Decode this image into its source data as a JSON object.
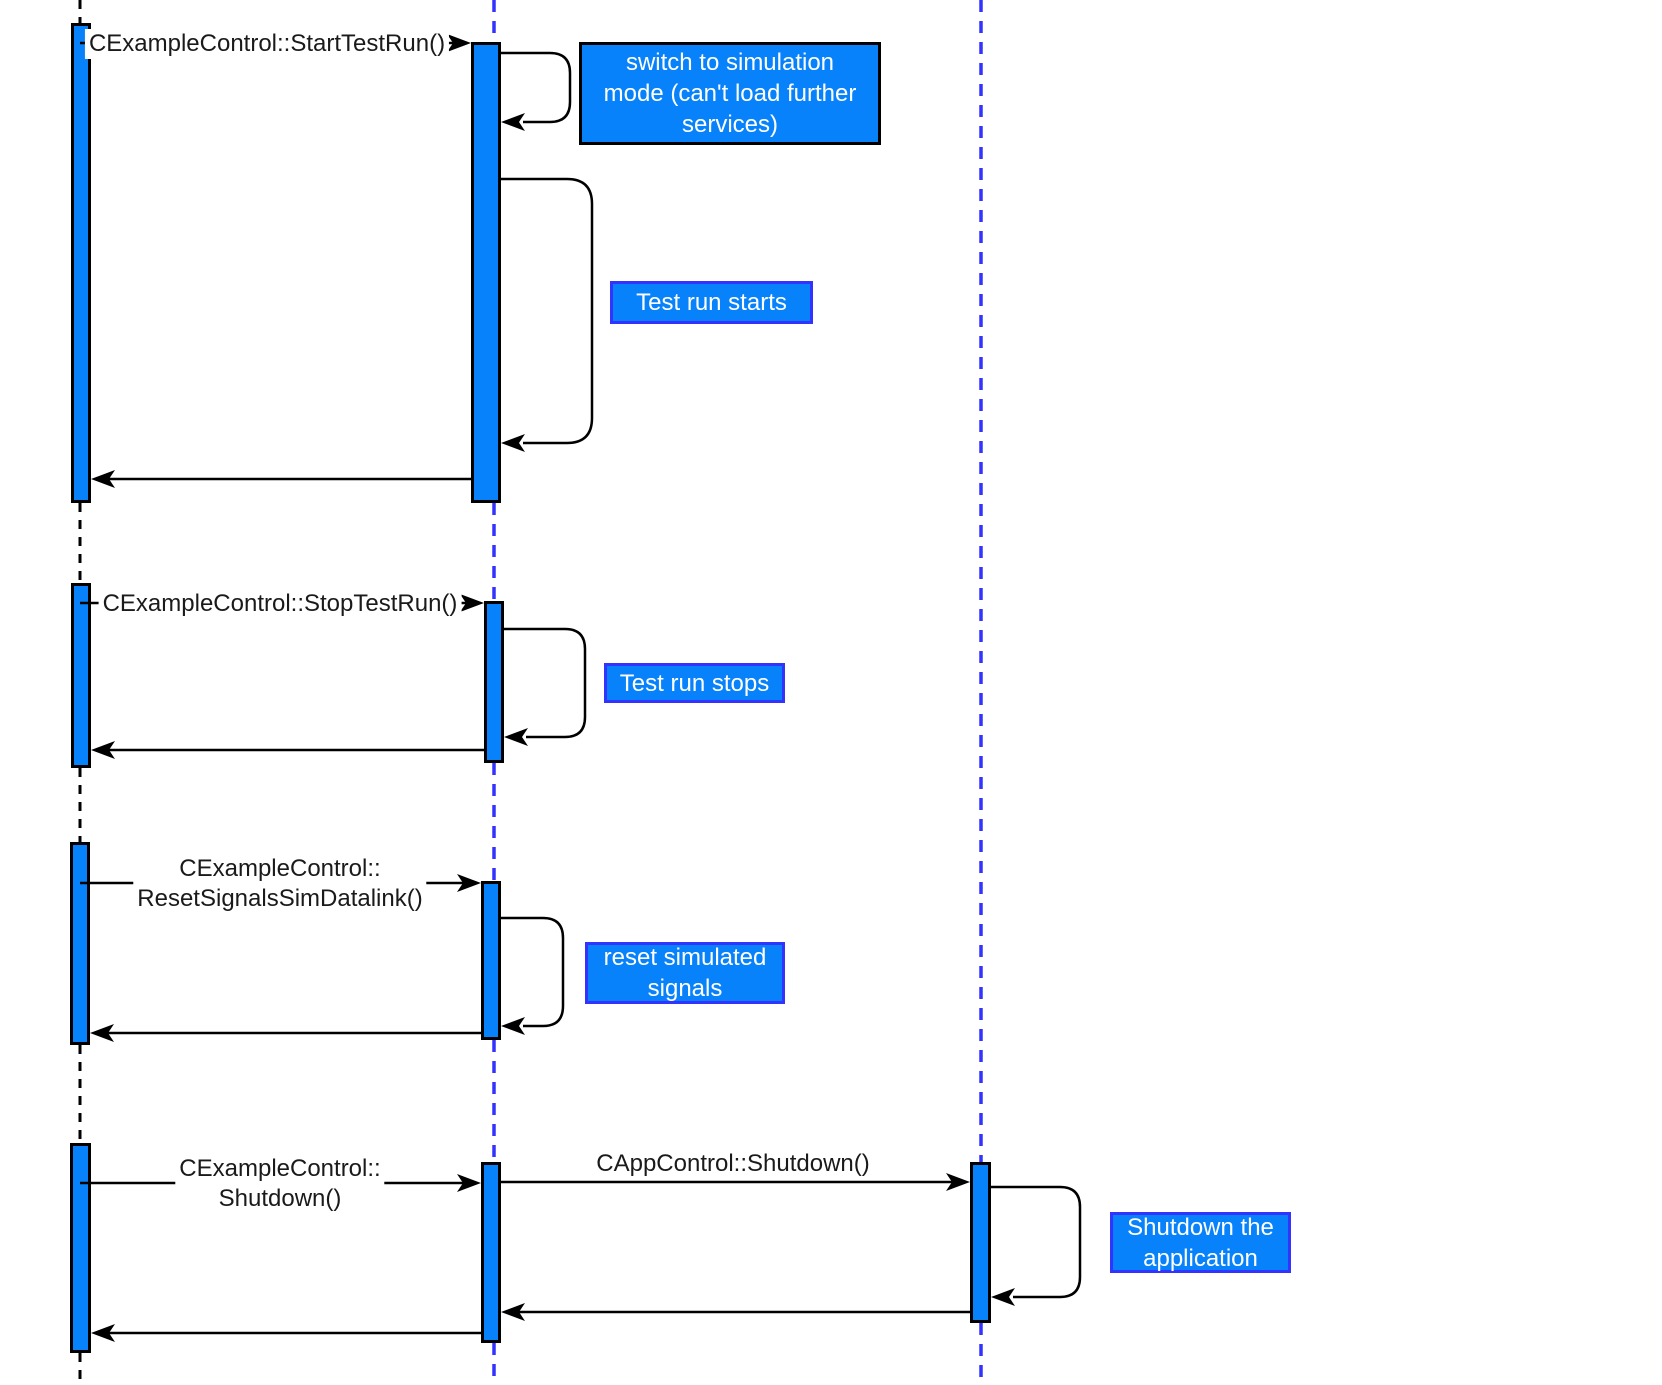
{
  "diagram_type": "uml-sequence-diagram",
  "colors": {
    "activation_fill": "#0882FA",
    "lifeline_blue": "#3333FF",
    "lifeline_black": "#000000",
    "message_line": "#000000",
    "note_fill": "#0882FA",
    "note_text": "#FFFFFF",
    "label_text": "#1A1A1A"
  },
  "messages": {
    "start_test_run": "CExampleControl::StartTestRun()",
    "stop_test_run": "CExampleControl::StopTestRun()",
    "reset_signals": "CExampleControl::\nResetSignalsSimDatalink()",
    "shutdown_example": "CExampleControl::\nShutdown()",
    "shutdown_app": "CAppControl::Shutdown()"
  },
  "notes": {
    "switch_simulation": "switch to simulation\nmode (can't load further\nservices)",
    "test_run_starts": "Test run starts",
    "test_run_stops": "Test run stops",
    "reset_signals": "reset simulated\nsignals",
    "shutdown_app": "Shutdown the\napplication"
  }
}
